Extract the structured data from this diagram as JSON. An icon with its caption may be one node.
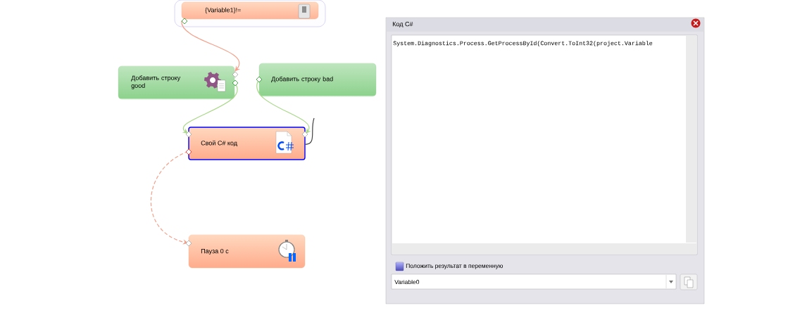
{
  "diagram": {
    "nodes": [
      {
        "text": [],
        "shape": "box"
      },
      {
        "text": [
          "{Variable1}!="
        ],
        "in": 0
      },
      {
        "text": [
          "Добавить строку good"
        ]
      },
      {
        "text": [
          "Добавить строку bad"
        ]
      },
      {
        "text": [
          "Свой C# код"
        ]
      },
      {
        "text": [
          "Пауза 0 с"
        ]
      },
      {
        "text": [
          "Код C#",
          "Положить результат в переменную"
        ]
      },
      {
        "text": [
          "System.Diagnostics.Process.GetProcessById(Convert.ToInt32(project.Variable"
        ],
        "in": 6
      },
      {
        "text": [
          "Variable0"
        ],
        "in": 6
      }
    ],
    "edges": [
      {
        "from": 1,
        "to": 2,
        "arrow": "to",
        "color": "#f4a08a"
      },
      {
        "from": 2,
        "to": 4,
        "arrow": "to",
        "color": "#a8d888"
      },
      {
        "from": 3,
        "to": 4,
        "arrow": "to",
        "color": "#a8d888"
      },
      {
        "from": 4,
        "to": 5,
        "arrow": "to",
        "style": "dashed",
        "color": "#f4a08a"
      },
      {
        "from": 4,
        "to": null,
        "arrow": "none",
        "color": "#404040"
      }
    ]
  }
}
